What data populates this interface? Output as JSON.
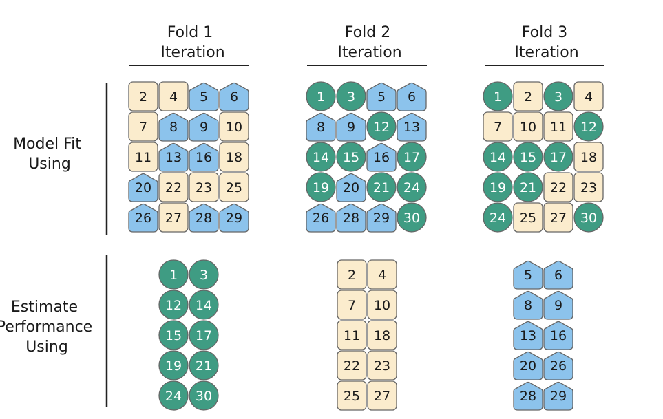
{
  "colors": {
    "a": "#3f9c83",
    "b": "#fbeccd",
    "c": "#8cc3ec",
    "stroke": "#666666",
    "text_on_a": "#ffffff",
    "text_on_light": "#1a1a1a",
    "line": "#222222"
  },
  "shapes": {
    "a": "circle",
    "b": "rounded-square",
    "c": "pentagon"
  },
  "row_labels": {
    "fit": [
      "Model Fit",
      "Using"
    ],
    "estimate": [
      "Estimate",
      "Performance",
      "Using"
    ]
  },
  "folds": [
    {
      "title_lines": [
        "Fold 1",
        "Iteration"
      ],
      "fit": [
        [
          {
            "n": "2",
            "g": "b"
          },
          {
            "n": "4",
            "g": "b"
          },
          {
            "n": "5",
            "g": "c"
          },
          {
            "n": "6",
            "g": "c"
          }
        ],
        [
          {
            "n": "7",
            "g": "b"
          },
          {
            "n": "8",
            "g": "c"
          },
          {
            "n": "9",
            "g": "c"
          },
          {
            "n": "10",
            "g": "b"
          }
        ],
        [
          {
            "n": "11",
            "g": "b"
          },
          {
            "n": "13",
            "g": "c"
          },
          {
            "n": "16",
            "g": "c"
          },
          {
            "n": "18",
            "g": "b"
          }
        ],
        [
          {
            "n": "20",
            "g": "c"
          },
          {
            "n": "22",
            "g": "b"
          },
          {
            "n": "23",
            "g": "b"
          },
          {
            "n": "25",
            "g": "b"
          }
        ],
        [
          {
            "n": "26",
            "g": "c"
          },
          {
            "n": "27",
            "g": "b"
          },
          {
            "n": "28",
            "g": "c"
          },
          {
            "n": "29",
            "g": "c"
          }
        ]
      ],
      "estimate": [
        [
          {
            "n": "1",
            "g": "a"
          },
          {
            "n": "3",
            "g": "a"
          }
        ],
        [
          {
            "n": "12",
            "g": "a"
          },
          {
            "n": "14",
            "g": "a"
          }
        ],
        [
          {
            "n": "15",
            "g": "a"
          },
          {
            "n": "17",
            "g": "a"
          }
        ],
        [
          {
            "n": "19",
            "g": "a"
          },
          {
            "n": "21",
            "g": "a"
          }
        ],
        [
          {
            "n": "24",
            "g": "a"
          },
          {
            "n": "30",
            "g": "a"
          }
        ]
      ]
    },
    {
      "title_lines": [
        "Fold 2",
        "Iteration"
      ],
      "fit": [
        [
          {
            "n": "1",
            "g": "a"
          },
          {
            "n": "3",
            "g": "a"
          },
          {
            "n": "5",
            "g": "c"
          },
          {
            "n": "6",
            "g": "c"
          }
        ],
        [
          {
            "n": "8",
            "g": "c"
          },
          {
            "n": "9",
            "g": "c"
          },
          {
            "n": "12",
            "g": "a"
          },
          {
            "n": "13",
            "g": "c"
          }
        ],
        [
          {
            "n": "14",
            "g": "a"
          },
          {
            "n": "15",
            "g": "a"
          },
          {
            "n": "16",
            "g": "c"
          },
          {
            "n": "17",
            "g": "a"
          }
        ],
        [
          {
            "n": "19",
            "g": "a"
          },
          {
            "n": "20",
            "g": "c"
          },
          {
            "n": "21",
            "g": "a"
          },
          {
            "n": "24",
            "g": "a"
          }
        ],
        [
          {
            "n": "26",
            "g": "c"
          },
          {
            "n": "28",
            "g": "c"
          },
          {
            "n": "29",
            "g": "c"
          },
          {
            "n": "30",
            "g": "a"
          }
        ]
      ],
      "estimate": [
        [
          {
            "n": "2",
            "g": "b"
          },
          {
            "n": "4",
            "g": "b"
          }
        ],
        [
          {
            "n": "7",
            "g": "b"
          },
          {
            "n": "10",
            "g": "b"
          }
        ],
        [
          {
            "n": "11",
            "g": "b"
          },
          {
            "n": "18",
            "g": "b"
          }
        ],
        [
          {
            "n": "22",
            "g": "b"
          },
          {
            "n": "23",
            "g": "b"
          }
        ],
        [
          {
            "n": "25",
            "g": "b"
          },
          {
            "n": "27",
            "g": "b"
          }
        ]
      ]
    },
    {
      "title_lines": [
        "Fold 3",
        "Iteration"
      ],
      "fit": [
        [
          {
            "n": "1",
            "g": "a"
          },
          {
            "n": "2",
            "g": "b"
          },
          {
            "n": "3",
            "g": "a"
          },
          {
            "n": "4",
            "g": "b"
          }
        ],
        [
          {
            "n": "7",
            "g": "b"
          },
          {
            "n": "10",
            "g": "b"
          },
          {
            "n": "11",
            "g": "b"
          },
          {
            "n": "12",
            "g": "a"
          }
        ],
        [
          {
            "n": "14",
            "g": "a"
          },
          {
            "n": "15",
            "g": "a"
          },
          {
            "n": "17",
            "g": "a"
          },
          {
            "n": "18",
            "g": "b"
          }
        ],
        [
          {
            "n": "19",
            "g": "a"
          },
          {
            "n": "21",
            "g": "a"
          },
          {
            "n": "22",
            "g": "b"
          },
          {
            "n": "23",
            "g": "b"
          }
        ],
        [
          {
            "n": "24",
            "g": "a"
          },
          {
            "n": "25",
            "g": "b"
          },
          {
            "n": "27",
            "g": "b"
          },
          {
            "n": "30",
            "g": "a"
          }
        ]
      ],
      "estimate": [
        [
          {
            "n": "5",
            "g": "c"
          },
          {
            "n": "6",
            "g": "c"
          }
        ],
        [
          {
            "n": "8",
            "g": "c"
          },
          {
            "n": "9",
            "g": "c"
          }
        ],
        [
          {
            "n": "13",
            "g": "c"
          },
          {
            "n": "16",
            "g": "c"
          }
        ],
        [
          {
            "n": "20",
            "g": "c"
          },
          {
            "n": "26",
            "g": "c"
          }
        ],
        [
          {
            "n": "28",
            "g": "c"
          },
          {
            "n": "29",
            "g": "c"
          }
        ]
      ]
    }
  ]
}
